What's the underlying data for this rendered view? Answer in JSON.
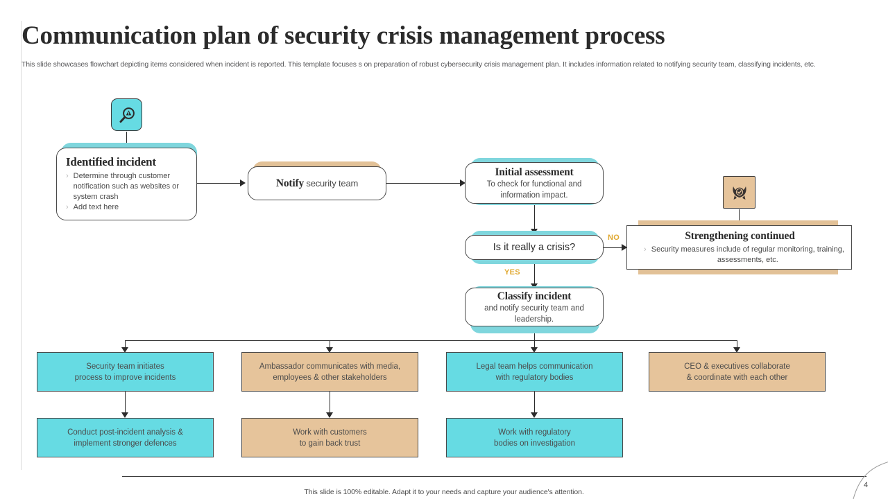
{
  "header": {
    "title": "Communication plan of security crisis management process",
    "subtitle": "This slide showcases flowchart depicting items considered when incident is reported. This template focuses s on preparation of robust cybersecurity crisis management plan. It includes information related to notifying security team, classifying incidents, etc."
  },
  "colors": {
    "cyan": "#66dbe3",
    "cyan_shadow": "#7fd6dd",
    "tan": "#e6c49b",
    "tan_shadow": "#e2c197",
    "decision_label": "#e0a830",
    "line": "#2b2b2b"
  },
  "flow": {
    "identified_incident": {
      "icon": "magnifier-alert-icon",
      "title": "Identified incident",
      "bullets": [
        "Determine through customer notification such as websites or system crash",
        "Add text here"
      ],
      "chevron": "›"
    },
    "notify": {
      "title_bold": "Notify",
      "title_rest": " security team"
    },
    "initial_assessment": {
      "title": "Initial assessment",
      "subtitle": "To check for functional and information  impact."
    },
    "decision": {
      "question": "Is it really a crisis?",
      "no_label": "NO",
      "yes_label": "YES"
    },
    "strengthening": {
      "icon": "award-shield-check-icon",
      "title": "Strengthening continued",
      "chevron": "›",
      "bullets": [
        "Security measures include of regular monitoring, training, assessments, etc."
      ]
    },
    "classify": {
      "title": "Classify incident",
      "subtitle": "and notify security team and leadership."
    }
  },
  "outcomes_row1": [
    {
      "text": "Security team initiates\nprocess to improve  incidents",
      "color": "cyan"
    },
    {
      "text": "Ambassador communicates with  media,\nemployees & other stakeholders",
      "color": "tan"
    },
    {
      "text": "Legal team helps communication\nwith regulatory  bodies",
      "color": "cyan"
    },
    {
      "text": "CEO & executives collaborate\n& coordinate  with each other",
      "color": "tan"
    }
  ],
  "outcomes_row2": [
    {
      "text": "Conduct  post-incident analysis &\nimplement  stronger defences",
      "color": "cyan"
    },
    {
      "text": "Work with customers\nto gain back trust",
      "color": "tan"
    },
    {
      "text": "Work with regulatory\nbodies on investigation",
      "color": "cyan"
    },
    {
      "text": "",
      "color": "none"
    }
  ],
  "footer": {
    "note": "This slide is 100% editable. Adapt it to your needs and capture your audience's attention.",
    "page_number": "4"
  }
}
